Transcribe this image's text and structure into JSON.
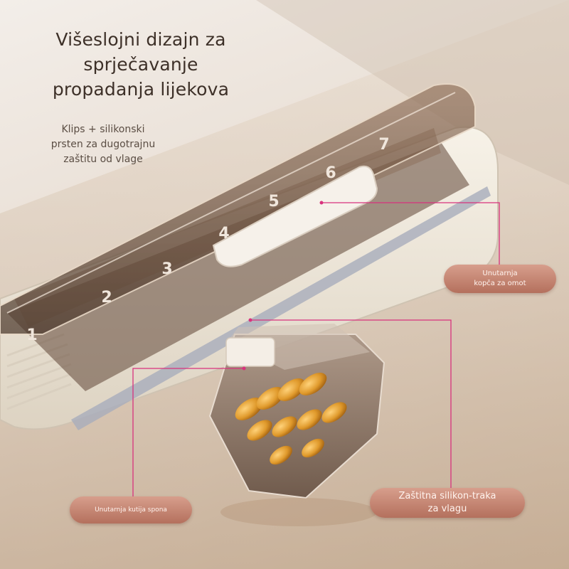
{
  "headline": {
    "line1": "Višeslojni dizajn za",
    "line2": "sprječavanje",
    "line3": "propadanja lijekova"
  },
  "subheadline": {
    "line1": "Klips + silikonski",
    "line2": "prsten za dugotrajnu",
    "line3": "zaštitu od vlage"
  },
  "callouts": {
    "inner_clip": {
      "line1": "Unutarnja",
      "line2": "kopča za omot"
    },
    "inner_box": {
      "text": "Unutarnja kutija spona"
    },
    "silicone_strip": {
      "line1": "Zaštitna silikon-traka",
      "line2": "za vlagu"
    }
  },
  "compartments": {
    "numbers": [
      "1",
      "2",
      "3",
      "4",
      "5",
      "6",
      "7"
    ]
  },
  "colors": {
    "accent_line": "#d8327d",
    "callout_fill": "#c17f6b",
    "case_cream": "#f2ece0",
    "amber_lid": "#7a5a45"
  }
}
